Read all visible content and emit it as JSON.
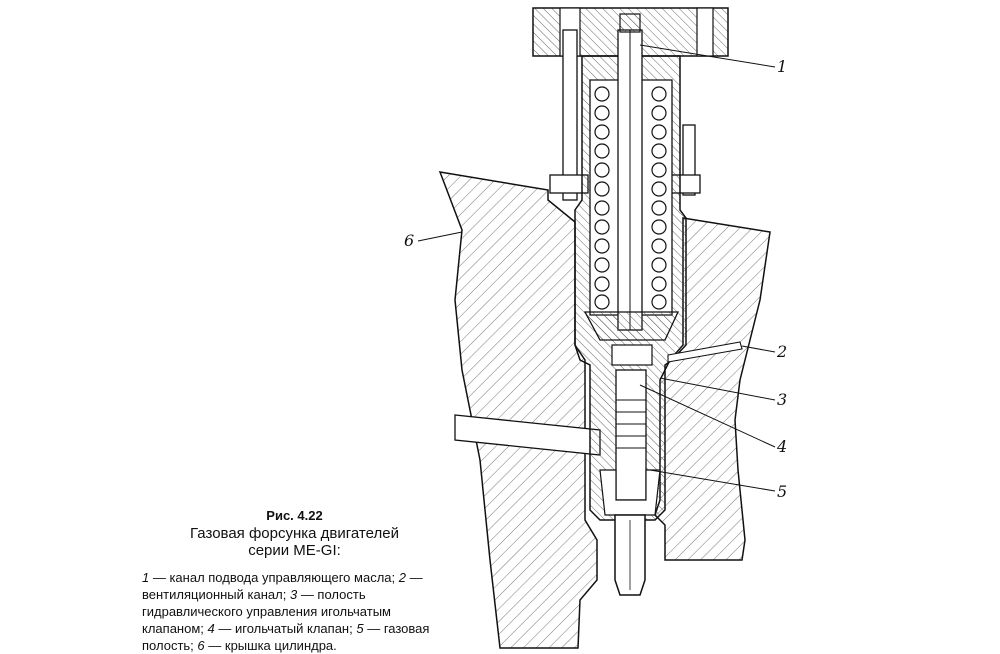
{
  "figure": {
    "number": "Рис. 4.22",
    "title_line1": "Газовая форсунка двигателей",
    "title_line2": "серии ME-GI:"
  },
  "legend": [
    {
      "num": "1",
      "text": " — канал подвода управляющего масла;"
    },
    {
      "num": "2",
      "text": " — вентиляционный канал;"
    },
    {
      "num": "3",
      "text": " — полость гидравлического управления игольчатым клапаном;"
    },
    {
      "num": "4",
      "text": " — игольчатый клапан;"
    },
    {
      "num": "5",
      "text": " — газовая полость;"
    },
    {
      "num": "6",
      "text": " — крышка цилиндра."
    }
  ],
  "callouts": {
    "c1": "1",
    "c2": "2",
    "c3": "3",
    "c4": "4",
    "c5": "5",
    "c6": "6"
  }
}
